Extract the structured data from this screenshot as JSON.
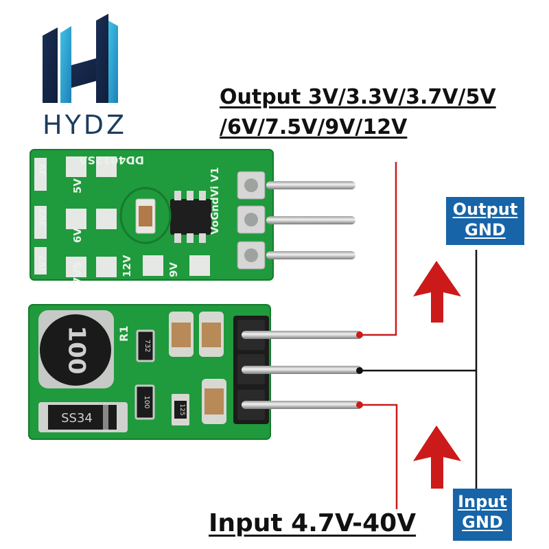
{
  "logo": {
    "text": "HYDZ",
    "colors": {
      "dark": "#1a2f55",
      "light": "#2aa7d3"
    }
  },
  "labels": {
    "output_voltage_line1": "Output 3V/3.3V/3.7V/5V",
    "output_voltage_line2": "/6V/7.5V/9V/12V",
    "input_voltage": "Input 4.7V-40V",
    "output_gnd_line1": "Output",
    "output_gnd_line2": "GND",
    "input_gnd_line1": "Input",
    "input_gnd_line2": "GND"
  },
  "board_top": {
    "silkscreen": {
      "part": "DD4012SA",
      "pins": "VoGndVi V1",
      "v3": "3V",
      "v33": "3V3",
      "v37": "3V7",
      "v5": "5V",
      "v6": "6V",
      "v75": "7V5",
      "v12": "12V",
      "v9": "9V"
    }
  },
  "board_bottom": {
    "silkscreen": {
      "inductor": "100",
      "resistor_ref": "R1",
      "resistor_code": "732",
      "cap_code": "100",
      "cap_code2": "125",
      "diode": "SS34"
    }
  },
  "colors": {
    "pcb": "#1f9a3c",
    "pcb_dark": "#167a2f",
    "pad": "#d8dcd8",
    "signal_red": "#cc1a1a",
    "box_blue": "#1764a8",
    "wire_black": "#111111"
  }
}
